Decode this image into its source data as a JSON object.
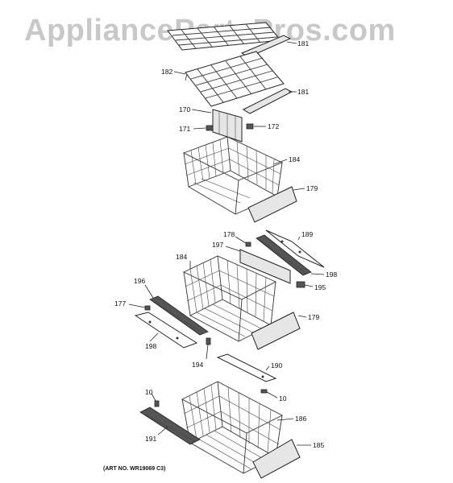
{
  "watermark": "AppliancePartsPros.com",
  "art_number": "(ART NO. WR19069 C3)",
  "callouts": {
    "c181a": "181",
    "c182": "182",
    "c181b": "181",
    "c170": "170",
    "c171": "171",
    "c172": "172",
    "c184a": "184",
    "c179a": "179",
    "c178": "178",
    "c189": "189",
    "c197": "197",
    "c184b": "184",
    "c198a": "198",
    "c196": "196",
    "c195": "195",
    "c177": "177",
    "c179b": "179",
    "c198b": "198",
    "c194": "194",
    "c190": "190",
    "c10a": "10",
    "c10b": "10",
    "c186": "186",
    "c191": "191",
    "c185": "185"
  }
}
